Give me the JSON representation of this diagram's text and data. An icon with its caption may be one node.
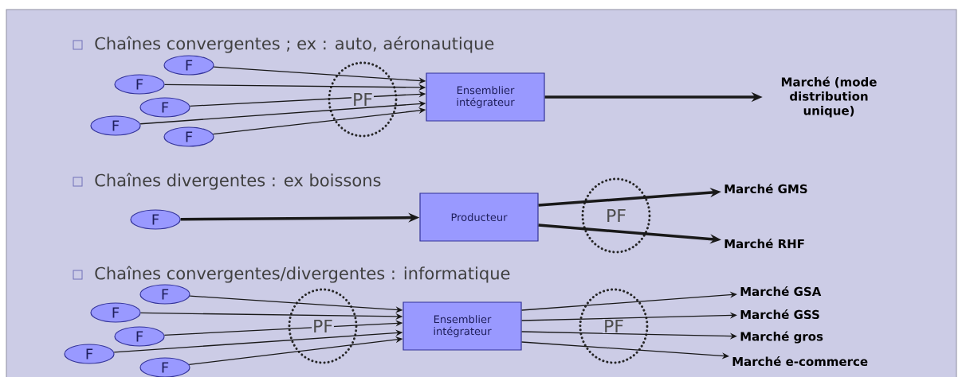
{
  "diagram": {
    "nodes": [
      {
        "text": [
          "F"
        ]
      },
      {
        "text": [
          "F"
        ]
      },
      {
        "text": [
          "F"
        ]
      },
      {
        "text": [
          "F"
        ]
      },
      {
        "text": [
          "F"
        ]
      },
      {
        "text": [
          "Ensemblier intégrateur"
        ]
      },
      {
        "text": [
          "Marché (mode distribution unique)"
        ]
      },
      {
        "text": [
          "F"
        ]
      },
      {
        "text": [
          "Producteur"
        ]
      },
      {
        "text": [
          "Marché GMS"
        ]
      },
      {
        "text": [
          "Marché RHF"
        ]
      },
      {
        "text": [
          "F"
        ]
      },
      {
        "text": [
          "F"
        ]
      },
      {
        "text": [
          "F"
        ]
      },
      {
        "text": [
          "F"
        ]
      },
      {
        "text": [
          "F"
        ]
      },
      {
        "text": [
          "Ensemblier intégrateur"
        ]
      },
      {
        "text": [
          "Marché GSA"
        ]
      },
      {
        "text": [
          "Marché GSS"
        ]
      },
      {
        "text": [
          "Marché gros"
        ]
      },
      {
        "text": [
          "Marché e-commerce"
        ]
      }
    ],
    "edges": [
      {
        "from": 0,
        "to": 5,
        "arrow": "to"
      },
      {
        "from": 1,
        "to": 5,
        "arrow": "to"
      },
      {
        "from": 2,
        "to": 5,
        "arrow": "to"
      },
      {
        "from": 3,
        "to": 5,
        "arrow": "to"
      },
      {
        "from": 4,
        "to": 5,
        "arrow": "to"
      },
      {
        "from": 5,
        "to": 6,
        "arrow": "to",
        "style": "thick"
      },
      {
        "from": 7,
        "to": 8,
        "arrow": "to",
        "style": "thick"
      },
      {
        "from": 8,
        "to": 9,
        "arrow": "to",
        "style": "thick"
      },
      {
        "from": 8,
        "to": 10,
        "arrow": "to",
        "style": "thick"
      },
      {
        "from": 11,
        "to": 16,
        "arrow": "to"
      },
      {
        "from": 12,
        "to": 16,
        "arrow": "to"
      },
      {
        "from": 13,
        "to": 16,
        "arrow": "to"
      },
      {
        "from": 14,
        "to": 16,
        "arrow": "to"
      },
      {
        "from": 15,
        "to": 16,
        "arrow": "to"
      },
      {
        "from": 16,
        "to": 17,
        "arrow": "to"
      },
      {
        "from": 16,
        "to": 18,
        "arrow": "to"
      },
      {
        "from": 16,
        "to": 19,
        "arrow": "to"
      },
      {
        "from": 16,
        "to": 20,
        "arrow": "to"
      }
    ],
    "labels": [
      "Chaînes convergentes ; ex : auto, aéronautique",
      "PF",
      "Chaînes divergentes : ex boissons",
      "PF",
      "Chaînes convergentes/divergentes : informatique",
      "PF",
      "PF"
    ]
  }
}
